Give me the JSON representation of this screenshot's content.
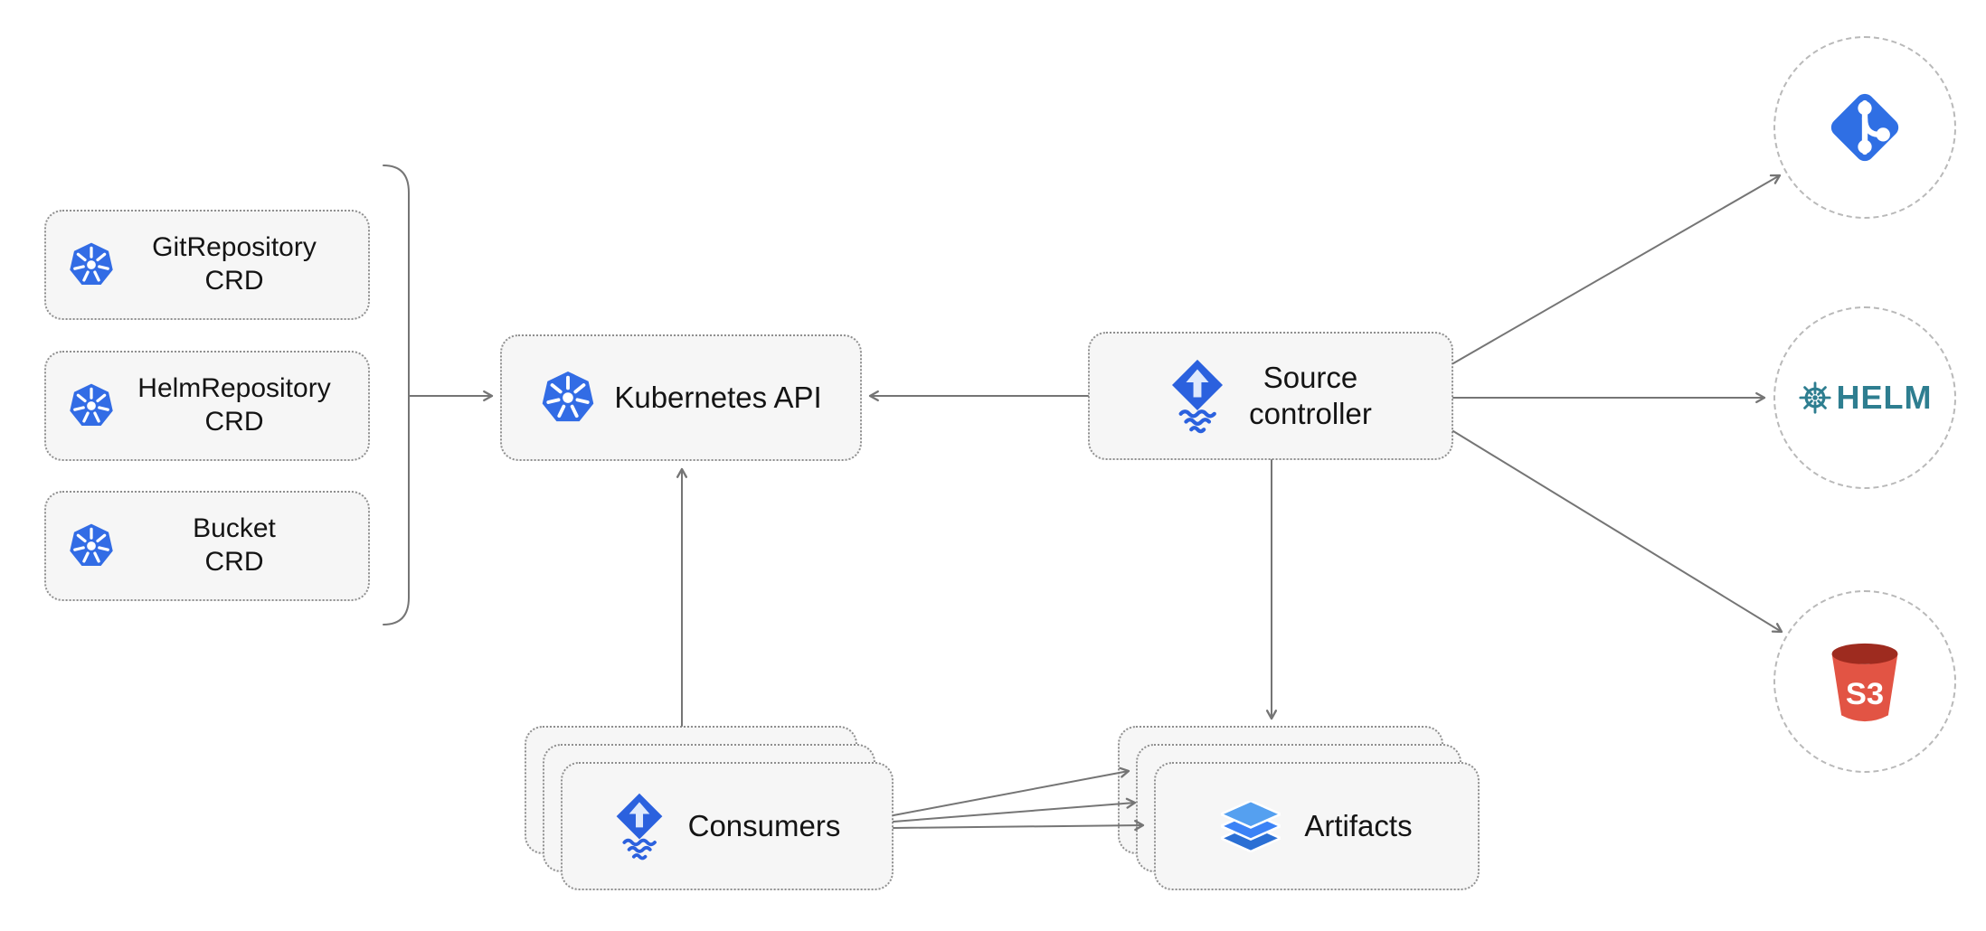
{
  "diagram": {
    "crd_boxes": [
      {
        "line1": "GitRepository",
        "line2": "CRD"
      },
      {
        "line1": "HelmRepository",
        "line2": "CRD"
      },
      {
        "line1": "Bucket",
        "line2": "CRD"
      }
    ],
    "kubernetes_api": {
      "label": "Kubernetes API"
    },
    "source_controller": {
      "line1": "Source",
      "line2": "controller"
    },
    "consumers": {
      "label": "Consumers"
    },
    "artifacts": {
      "label": "Artifacts"
    },
    "external_sources": {
      "helm_label": "HELM",
      "s3_label": "S3"
    },
    "icons": {
      "kubernetes": "kubernetes-icon",
      "flux": "flux-icon",
      "layers": "layers-icon",
      "git": "git-icon",
      "helm": "helm-icon",
      "s3": "s3-bucket-icon"
    },
    "colors": {
      "kubernetes_blue": "#326CE5",
      "flux_blue": "#2B61DE",
      "git_blue": "#2F6FE4",
      "helm_teal": "#2E7E90",
      "s3_red": "#E25444",
      "layers_blue": "#3B82F6",
      "arrow_gray": "#757575",
      "node_background": "#F6F6F6",
      "node_border": "#8F8F8F",
      "circle_border": "#B9B9B9"
    }
  }
}
